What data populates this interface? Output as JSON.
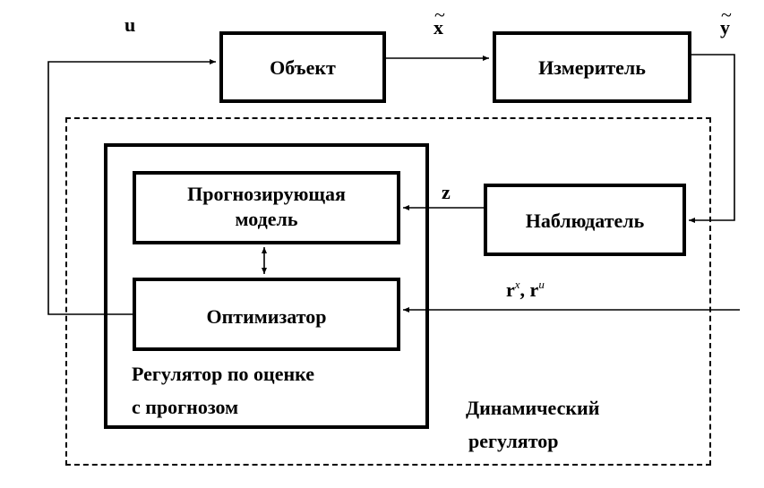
{
  "diagram": {
    "blocks": {
      "object": "Объект",
      "meter": "Измеритель",
      "observer": "Наблюдатель",
      "predictive_model_line1": "Прогнозирующая",
      "predictive_model_line2": "модель",
      "optimizer": "Оптимизатор"
    },
    "groups": {
      "regulator_line1": "Регулятор по оценке",
      "regulator_line2": "с прогнозом",
      "dynamic_regulator_line1": "Динамический",
      "dynamic_regulator_line2": "регулятор"
    },
    "signals": {
      "u": "u",
      "x_tilde": "x",
      "y_tilde": "y",
      "z": "z",
      "r_base_1": "r",
      "r_sup_1": "x",
      "r_sep": ", ",
      "r_base_2": "r",
      "r_sup_2": "u"
    },
    "colors": {
      "stroke": "#000000",
      "background": "#ffffff"
    }
  }
}
